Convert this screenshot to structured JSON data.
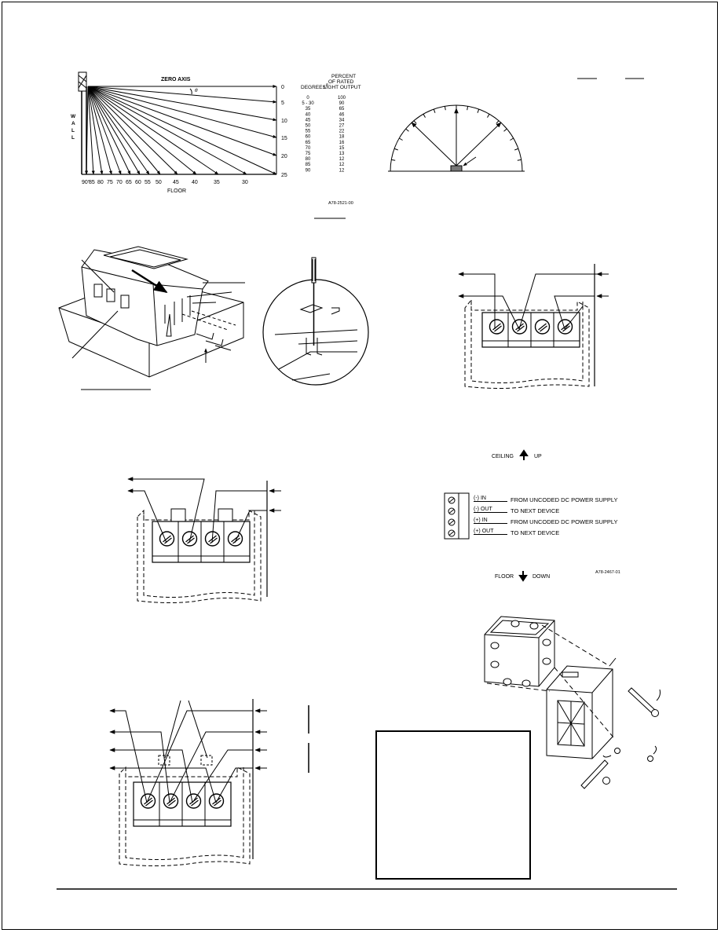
{
  "fig1": {
    "zero_axis_label": "ZERO AXIS",
    "wall_label": "W A L L",
    "floor_label": "FLOOR",
    "theta_symbol": "θ",
    "floor_ticks": [
      "90°",
      "85",
      "80",
      "75",
      "70",
      "65",
      "60",
      "55",
      "50",
      "45",
      "40",
      "35",
      "30"
    ],
    "right_ticks": [
      "0",
      "5",
      "10",
      "15",
      "20",
      "25"
    ],
    "col_degrees_header": "DEGREES",
    "col_degrees_sup": "θ",
    "col_pct_header": [
      "PERCENT",
      "OF RATED",
      "LIGHT OUTPUT"
    ],
    "degrees": [
      "0",
      "5 - 30",
      "35",
      "40",
      "45",
      "50",
      "55",
      "60",
      "65",
      "70",
      "75",
      "80",
      "85",
      "90"
    ],
    "percent": [
      "100",
      "90",
      "65",
      "46",
      "34",
      "27",
      "22",
      "18",
      "16",
      "15",
      "13",
      "12",
      "12",
      "12"
    ],
    "code": "A78-2521-00"
  },
  "fig5": {
    "ceiling_label": "CEILING",
    "up_label": "UP",
    "floor_label": "FLOOR",
    "down_label": "DOWN",
    "code": "A78-2467-01",
    "terminals": [
      {
        "tag": "(-) IN",
        "desc": "FROM UNCODED DC POWER SUPPLY"
      },
      {
        "tag": "(-) OUT",
        "desc": "TO NEXT DEVICE"
      },
      {
        "tag": "(+) IN",
        "desc": "FROM UNCODED DC POWER SUPPLY"
      },
      {
        "tag": "(+) OUT",
        "desc": "TO NEXT DEVICE"
      }
    ]
  }
}
